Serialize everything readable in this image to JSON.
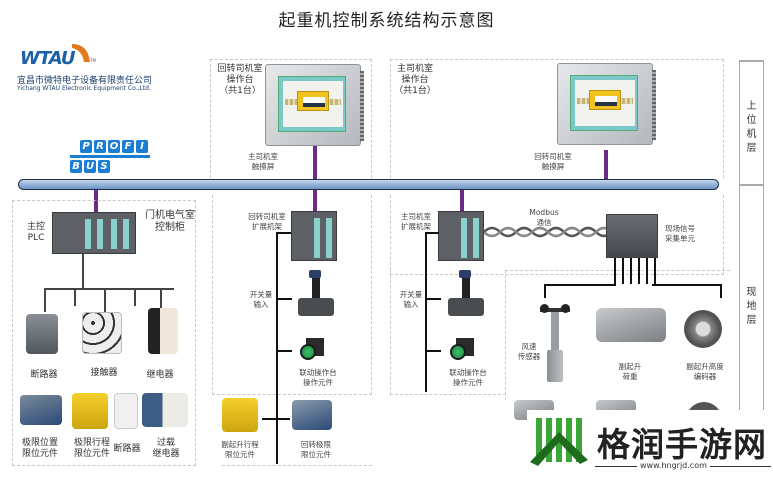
{
  "title": "起重机控制系统结构示意图",
  "company": {
    "logo_text": "WTAU",
    "tm": "TM",
    "name_cn": "宜昌市微特电子设备有限责任公司",
    "name_en": "Yichang WTAU Electronic Equipment Co.,Ltd."
  },
  "profibus": {
    "line1": [
      "P",
      "R",
      "O",
      "F",
      "I"
    ],
    "line2": [
      "B",
      "U",
      "S"
    ]
  },
  "colors": {
    "bus": "#8fb0d6",
    "drop": "#6a2c86",
    "profibus": "#1a7fd4",
    "logo_blue": "#1a5fa8",
    "logo_orange": "#e07a1c",
    "watermark_green": "#3aa635"
  },
  "upper": {
    "slew_console": {
      "title": [
        "回转司机室",
        "操作台",
        "（共1台）"
      ],
      "screen_label": [
        "主司机室",
        "触摸屏"
      ]
    },
    "main_console": {
      "title": [
        "主司机室",
        "操作台",
        "（共1台）"
      ],
      "screen_label": [
        "回转司机室",
        "触摸屏"
      ]
    }
  },
  "gantry_cabinet": {
    "title": [
      "门机电气室",
      "控制柜"
    ],
    "plc_label": [
      "主控",
      "PLC"
    ],
    "row1": [
      "断路器",
      "接触器",
      "继电器"
    ],
    "row2": [
      [
        "极限位置",
        "限位元件"
      ],
      [
        "极限行程",
        "限位元件"
      ],
      [
        "断路器"
      ],
      [
        "过载",
        "继电器"
      ]
    ]
  },
  "slew_rack": {
    "label": [
      "回转司机室",
      "扩展机架"
    ],
    "switch_input": [
      "开关量",
      "输入"
    ],
    "ops": [
      "联动操作台",
      "操作元件"
    ],
    "bottom": [
      [
        "副起升行程",
        "限位元件"
      ],
      [
        "回转极限",
        "限位元件"
      ]
    ]
  },
  "main_rack": {
    "label": [
      "主司机室",
      "扩展机架"
    ],
    "switch_input": [
      "开关量",
      "输入"
    ],
    "ops": [
      "联动操作台",
      "操作元件"
    ],
    "modbus": [
      "Modbus",
      "通信"
    ],
    "field_unit": [
      "现场信号",
      "采集单元"
    ]
  },
  "field_devices": {
    "wind": [
      "风速",
      "传感器"
    ],
    "load": [
      "副起升",
      "荷重"
    ],
    "encoder": [
      "副起升高度",
      "编码器"
    ]
  },
  "layers": {
    "upper": [
      "上",
      "位",
      "机",
      "层"
    ],
    "field": [
      "现",
      "地",
      "层"
    ]
  },
  "watermark": {
    "name": "格润手游网",
    "url": "www.hngrjd.com"
  }
}
